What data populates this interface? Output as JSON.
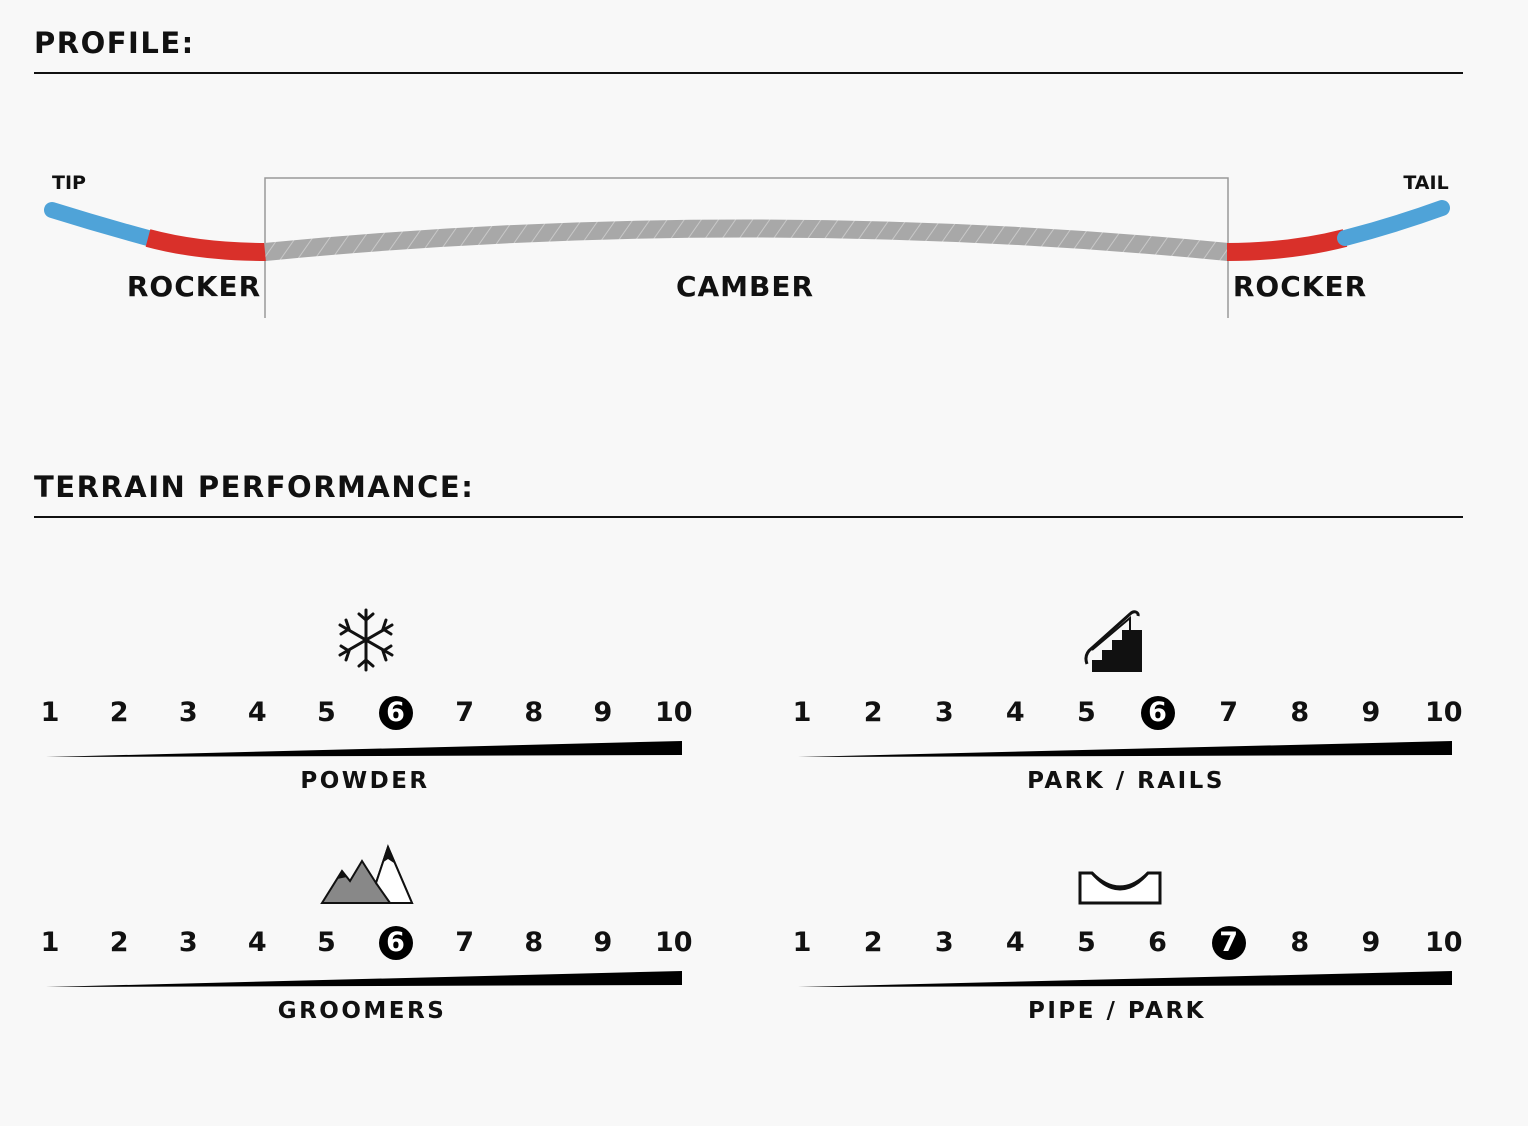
{
  "profile": {
    "heading": "PROFILE:",
    "tip_label": "TIP",
    "tail_label": "TAIL",
    "zones": [
      "ROCKER",
      "CAMBER",
      "ROCKER"
    ],
    "colors": {
      "tip": "#4fa3d8",
      "rocker": "#d9302a",
      "camber": "#a8a8a8"
    }
  },
  "terrain": {
    "heading": "TERRAIN PERFORMANCE:",
    "scale": [
      "1",
      "2",
      "3",
      "4",
      "5",
      "6",
      "7",
      "8",
      "9",
      "10"
    ],
    "ratings": [
      {
        "label": "POWDER",
        "value": 6,
        "icon": "snowflake-icon"
      },
      {
        "label": "PARK / RAILS",
        "value": 6,
        "icon": "stairs-rail-icon"
      },
      {
        "label": "GROOMERS",
        "value": 6,
        "icon": "mountains-icon"
      },
      {
        "label": "PIPE / PARK",
        "value": 7,
        "icon": "halfpipe-icon"
      }
    ]
  }
}
